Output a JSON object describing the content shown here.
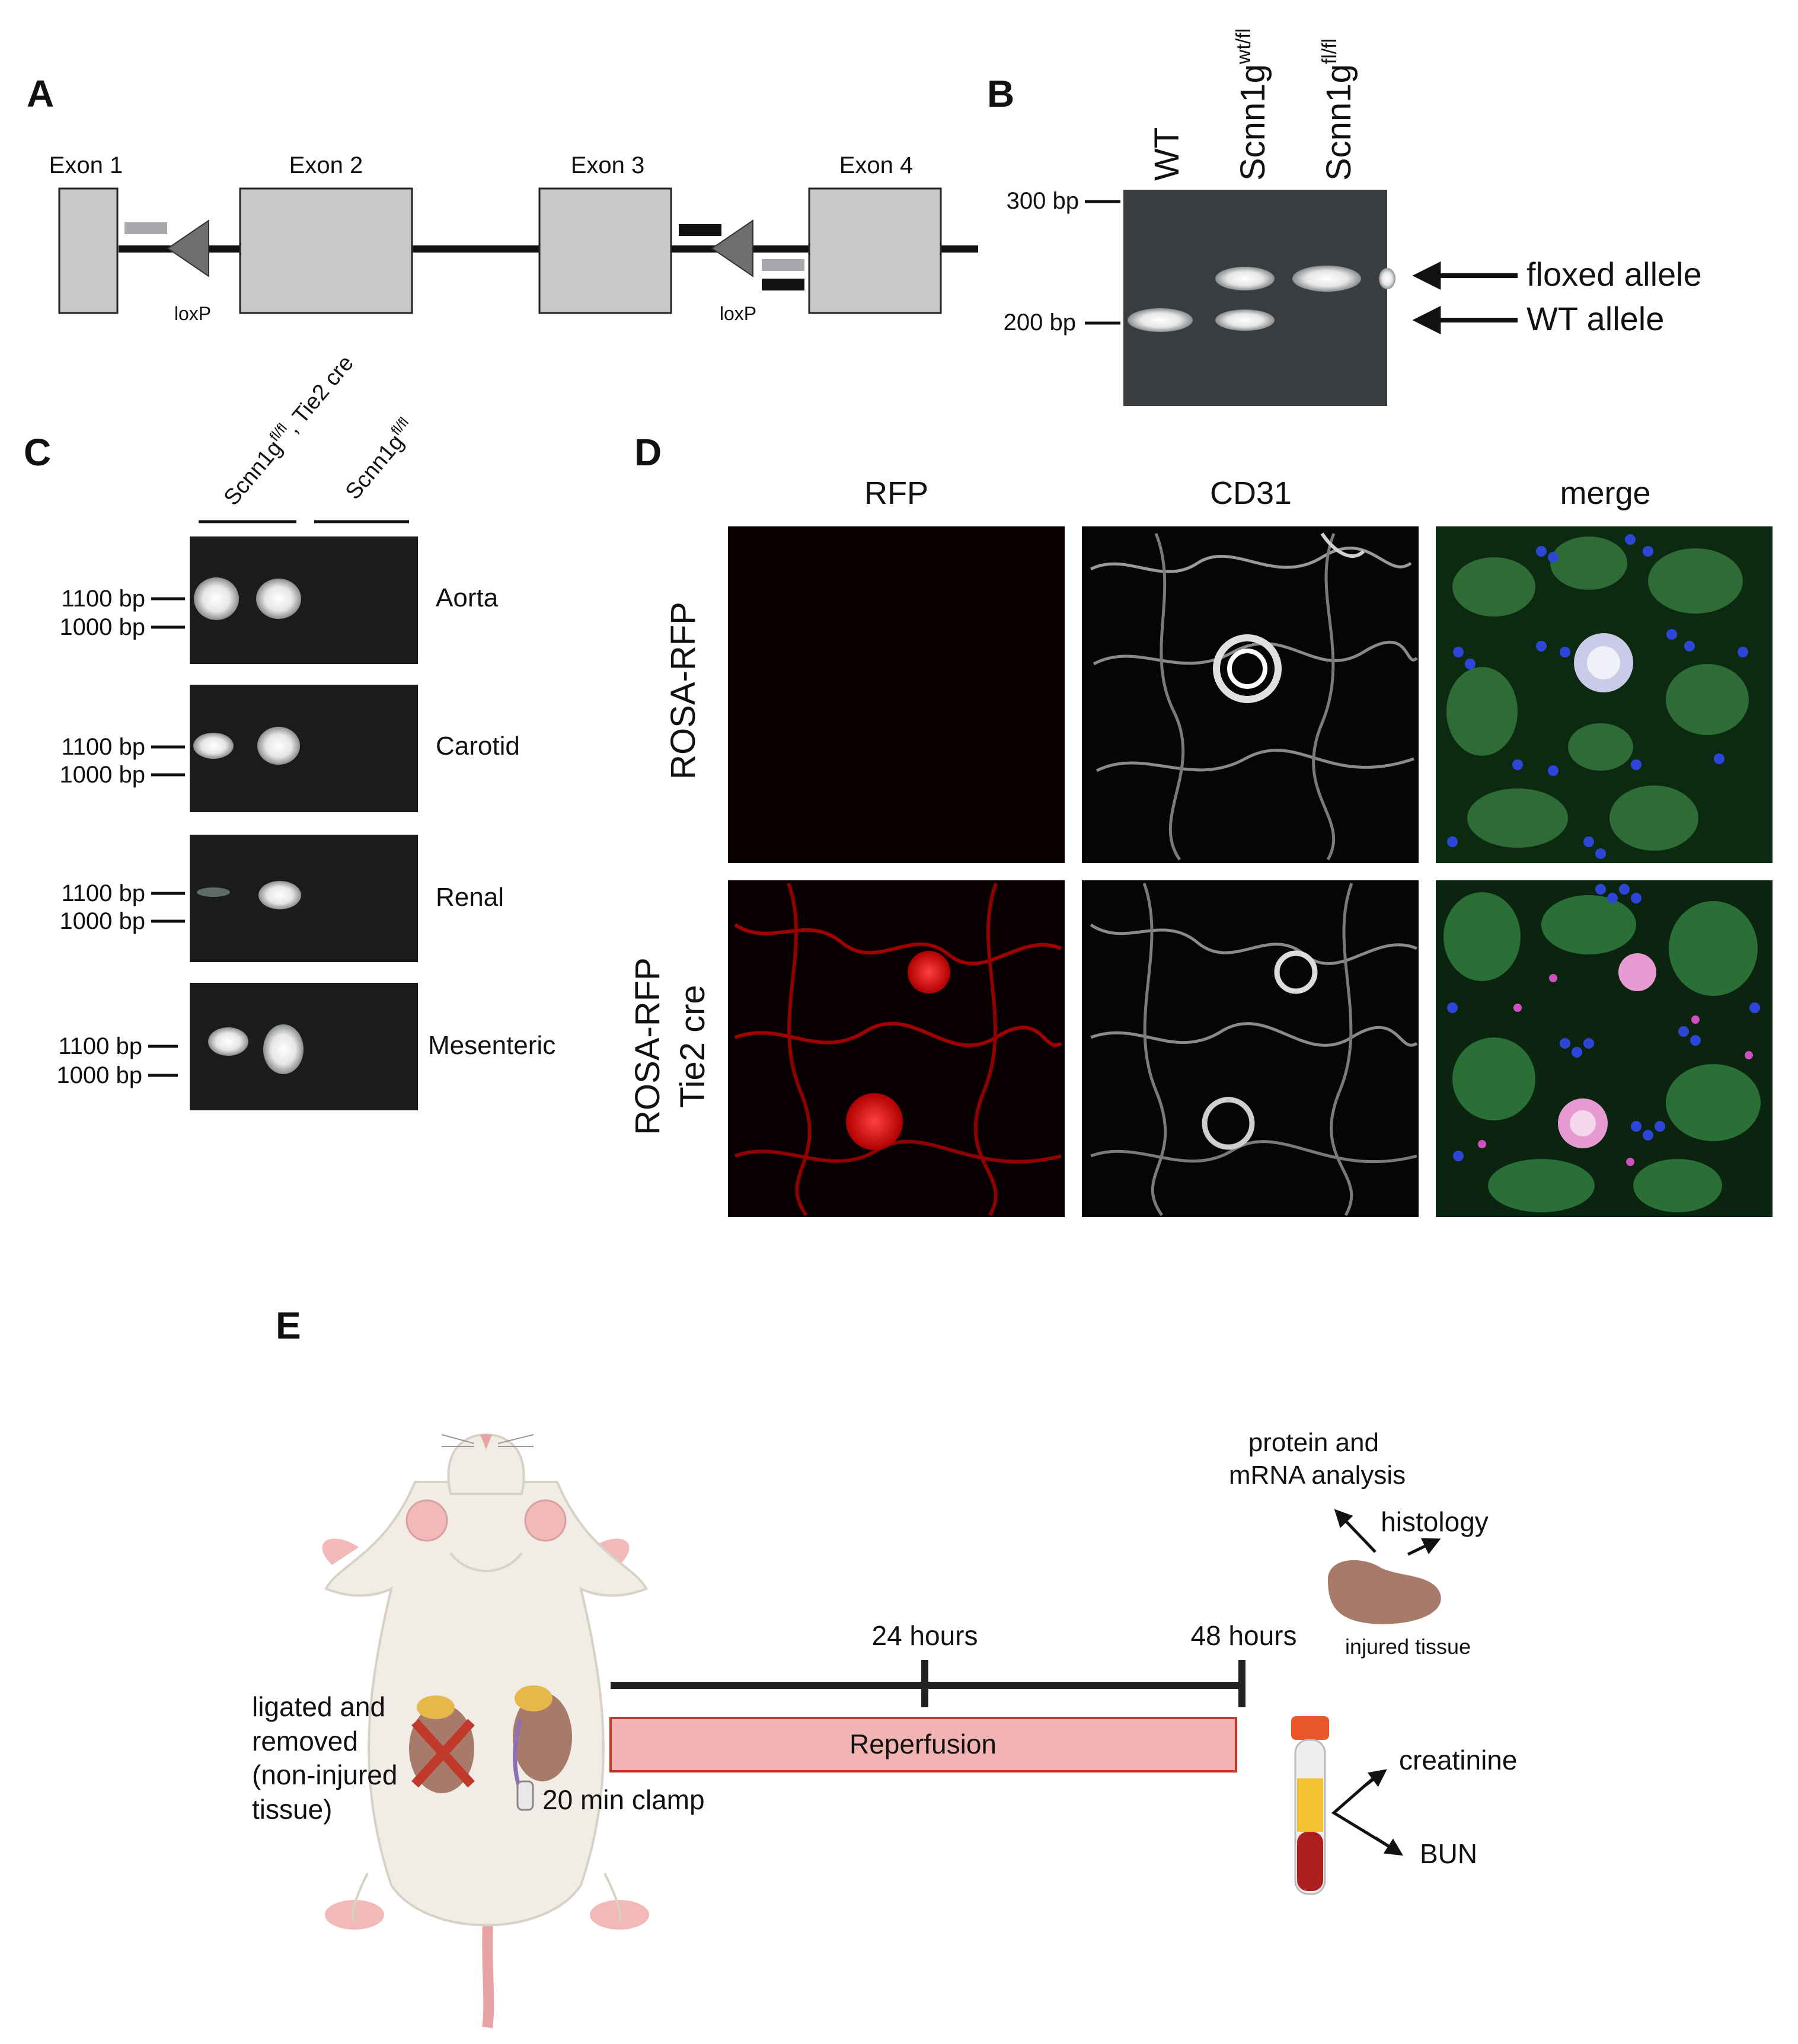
{
  "panels": {
    "A": "A",
    "B": "B",
    "C": "C",
    "D": "D",
    "E": "E"
  },
  "panelA": {
    "exons": [
      "Exon 1",
      "Exon 2",
      "Exon 3",
      "Exon 4"
    ],
    "loxp": "loxP"
  },
  "panelB": {
    "lanes": [
      {
        "base": "WT",
        "sup": ""
      },
      {
        "base": "Scnn1g",
        "sup": "wt/fl"
      },
      {
        "base": "Scnn1g",
        "sup": "fl/fl"
      }
    ],
    "markers": [
      "300 bp",
      "200 bp"
    ],
    "bands": [
      "floxed allele",
      "WT allele"
    ]
  },
  "panelC": {
    "groups": [
      {
        "base": "Scnn1g",
        "sup": "fl/fl",
        "suffix": ", Tie2 cre"
      },
      {
        "base": "Scnn1g",
        "sup": "fl/fl",
        "suffix": ""
      }
    ],
    "markers": [
      "1100 bp",
      "1000 bp"
    ],
    "tissues": [
      "Aorta",
      "Carotid",
      "Renal",
      "Mesenteric"
    ]
  },
  "panelD": {
    "columns": [
      "RFP",
      "CD31",
      "merge"
    ],
    "rows": [
      "ROSA-RFP",
      "ROSA-RFP",
      "Tie2 cre"
    ]
  },
  "panelE": {
    "timepoints": [
      "24 hours",
      "48 hours"
    ],
    "reperfusion": "Reperfusion",
    "left_label": [
      "ligated and",
      "removed",
      "(non-injured",
      "tissue)"
    ],
    "clamp": "20 min clamp",
    "analysis": [
      "protein and",
      "mRNA analysis"
    ],
    "histology": "histology",
    "injured": "injured tissue",
    "creatinine": "creatinine",
    "bun": "BUN"
  },
  "colors": {
    "exon_fill": "#c7c8ca",
    "gel_bg": "#3a3d3f",
    "reperfusion_fill": "#f2b3b3",
    "reperfusion_stroke": "#c0392b",
    "kidney": "#a87a6a"
  }
}
